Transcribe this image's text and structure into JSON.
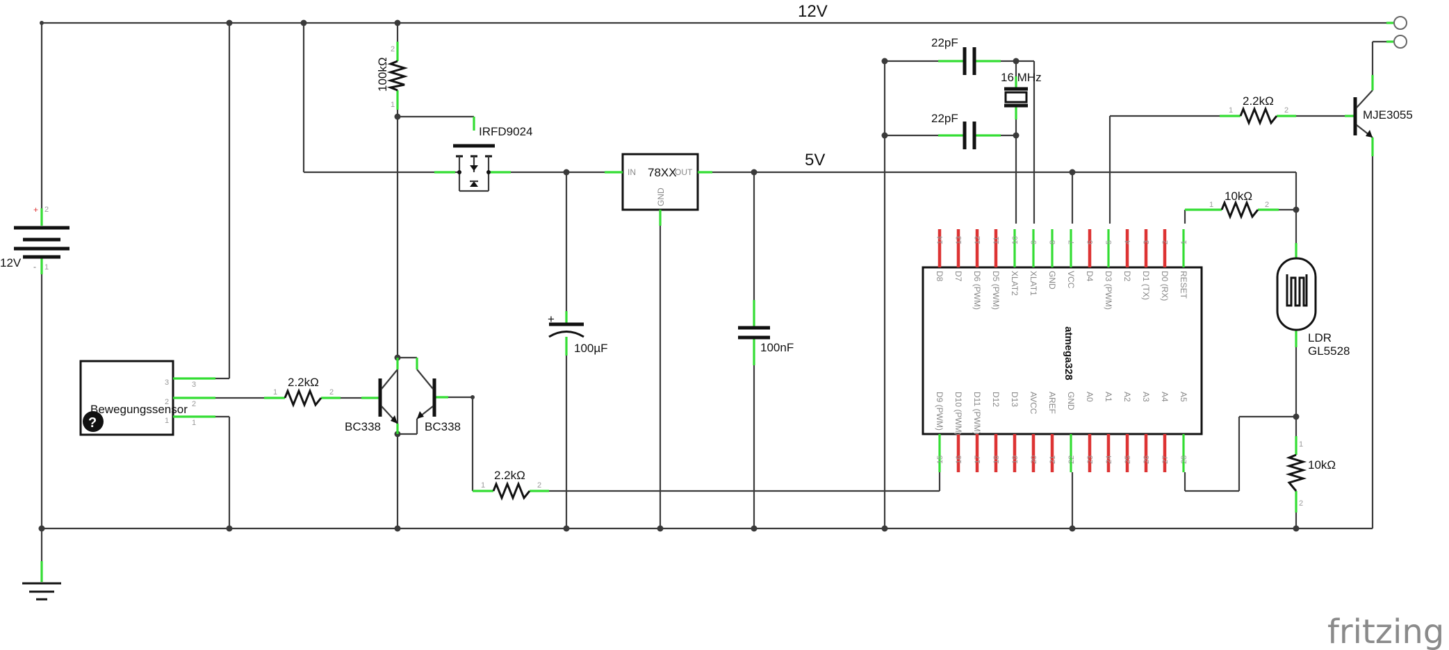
{
  "rails": {
    "vin_label": "12V",
    "vcc_label": "5V"
  },
  "battery": {
    "label": "12V",
    "pin_plus": "2",
    "pin_minus": "1",
    "plus_mark": "+",
    "minus_mark": "-"
  },
  "pir": {
    "label": "Bewegungssensor",
    "pins": [
      "3",
      "2",
      "1"
    ]
  },
  "resistors": {
    "r_pull": "100kΩ",
    "r_base1": "2.2kΩ",
    "r_base2": "2.2kΩ",
    "r_out": "2.2kΩ",
    "r_ldr_top": "10kΩ",
    "r_ldr_bottom": "10kΩ",
    "pin1": "1",
    "pin2": "2"
  },
  "mosfet": {
    "label": "IRFD9024"
  },
  "transistors": {
    "q1": "BC338",
    "q2": "BC338",
    "q3": "MJE3055"
  },
  "regulator": {
    "label": "78XX",
    "in": "IN",
    "out": "OUT",
    "gnd": "GND"
  },
  "capacitors": {
    "c_bulk": "100µF",
    "c_dec": "100nF",
    "c_xt1": "22pF",
    "c_xt2": "22pF",
    "plus": "+"
  },
  "crystal": {
    "label": "16 MHz"
  },
  "ldr": {
    "label1": "LDR",
    "label2": "GL5528"
  },
  "mcu": {
    "name": "atmega328",
    "top_pins": [
      {
        "num": "14",
        "name": "D8"
      },
      {
        "num": "13",
        "name": "D7"
      },
      {
        "num": "12",
        "name": "D6 (PWM)"
      },
      {
        "num": "11",
        "name": "D5 (PWM)"
      },
      {
        "num": "10",
        "name": "XLAT2"
      },
      {
        "num": "9",
        "name": "XLAT1"
      },
      {
        "num": "8",
        "name": "GND"
      },
      {
        "num": "7",
        "name": "VCC"
      },
      {
        "num": "6",
        "name": "D4"
      },
      {
        "num": "5",
        "name": "D3 (PWM)"
      },
      {
        "num": "4",
        "name": "D2"
      },
      {
        "num": "3",
        "name": "D1 (TX)"
      },
      {
        "num": "2",
        "name": "D0 (RX)"
      },
      {
        "num": "1",
        "name": "RESET"
      }
    ],
    "bottom_pins": [
      {
        "num": "15",
        "name": "D9 (PWM)"
      },
      {
        "num": "16",
        "name": "D10 (PWM)"
      },
      {
        "num": "17",
        "name": "D11 (PWM)"
      },
      {
        "num": "18",
        "name": "D12"
      },
      {
        "num": "19",
        "name": "D13"
      },
      {
        "num": "20",
        "name": "AVCC"
      },
      {
        "num": "21",
        "name": "AREF"
      },
      {
        "num": "22",
        "name": "GND"
      },
      {
        "num": "23",
        "name": "A0"
      },
      {
        "num": "24",
        "name": "A1"
      },
      {
        "num": "25",
        "name": "A2"
      },
      {
        "num": "26",
        "name": "A3"
      },
      {
        "num": "27",
        "name": "A4"
      },
      {
        "num": "28",
        "name": "A5"
      }
    ]
  },
  "branding": {
    "logo": "fritzing",
    "help_glyph": "?"
  }
}
